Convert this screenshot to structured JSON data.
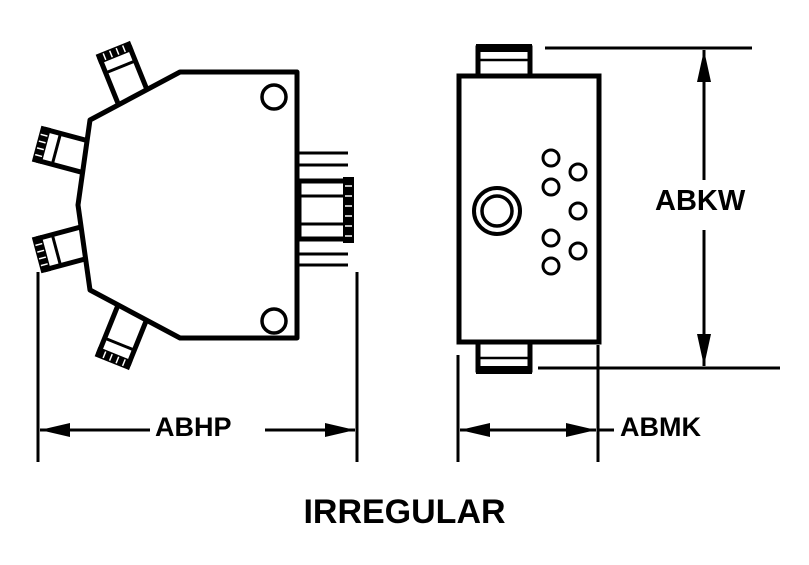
{
  "labels": {
    "left_width": "ABHP",
    "right_width": "ABMK",
    "right_height": "ABKW",
    "shape_name": "IRREGULAR"
  },
  "colors": {
    "ink": "#000000",
    "paper": "#ffffff"
  }
}
